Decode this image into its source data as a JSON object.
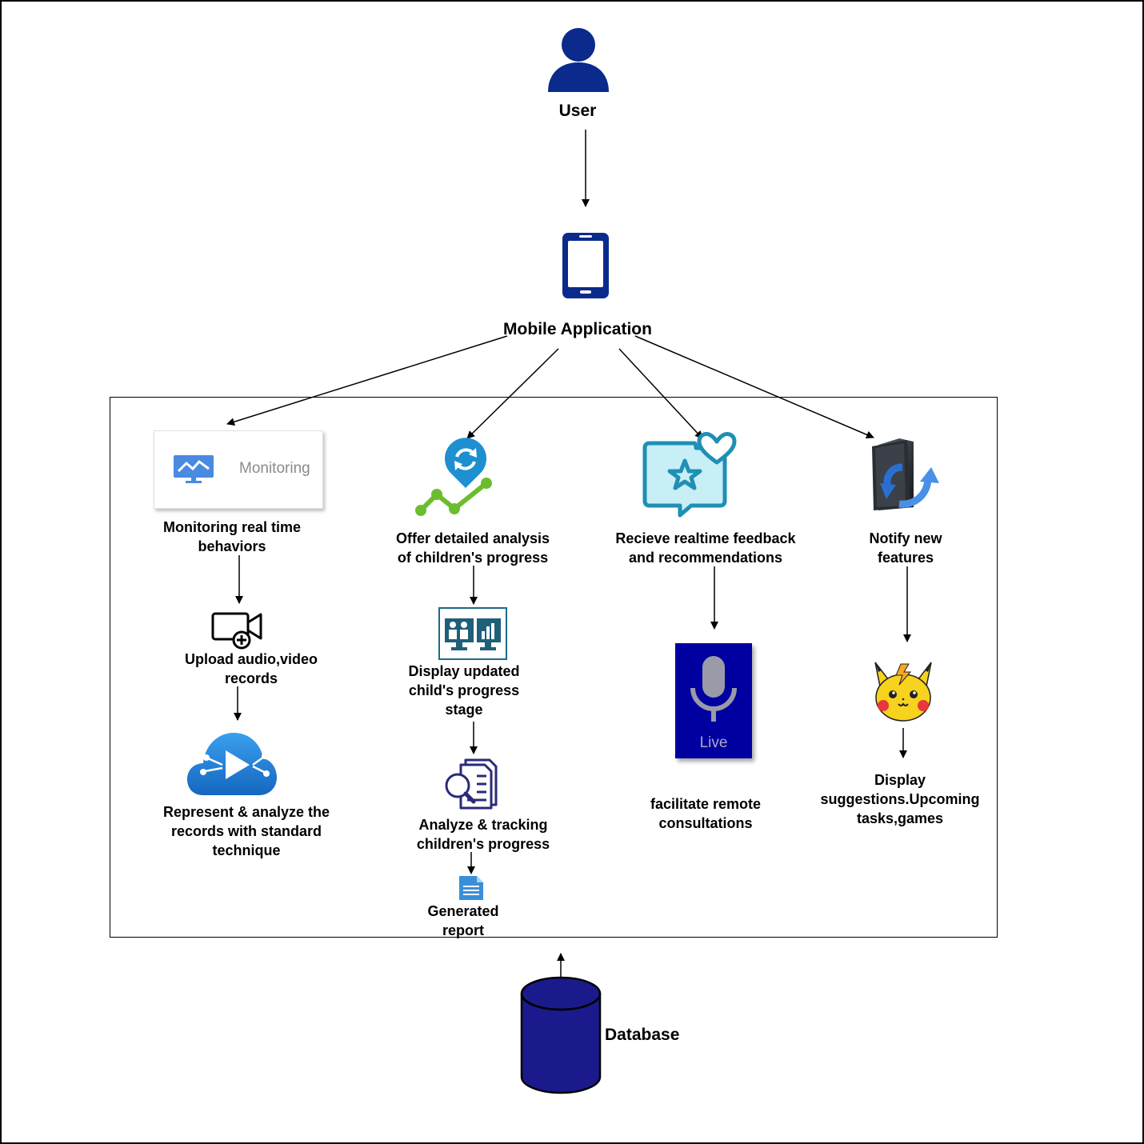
{
  "nodes": {
    "user": "User",
    "mobile_app": "Mobile Application",
    "monitoring_card_text": "Monitoring",
    "monitoring": "Monitoring real time\nbehaviors",
    "upload": "Upload audio,video\nrecords",
    "represent": "Represent  & analyze  the\nrecords with standard\ntechnique",
    "offer": "Offer detailed analysis\nof children's progress",
    "display_updated": "Display updated\nchild's progress\nstage",
    "analyze": "Analyze & tracking\nchildren's progress",
    "report": "Generated\nreport",
    "feedback": "Recieve realtime feedback\nand recommendations",
    "live_text": "Live",
    "remote": "facilitate remote\nconsultations",
    "notify": "Notify new\nfeatures",
    "display_suggestions": "Display\nsuggestions.Upcoming\ntasks,games",
    "database": "Database"
  },
  "colors": {
    "navy": "#0a2a8c",
    "db": "#1a1a8c",
    "live_bg": "#0000a0",
    "teal": "#1e8fb5",
    "green": "#6cbd2e",
    "azure": "#1d7fd6",
    "monitor": "#4a8ae0"
  },
  "icons": [
    "user-icon",
    "smartphone-icon",
    "monitoring-card",
    "monitor-chart-icon",
    "video-camera-icon",
    "cloud-stream-icon",
    "location-sync-icon",
    "dashboard-icon",
    "document-search-icon",
    "report-file-icon",
    "feedback-star-heart-icon",
    "microphone-icon",
    "sync-folder-icon",
    "pikachu-icon",
    "database-icon"
  ]
}
